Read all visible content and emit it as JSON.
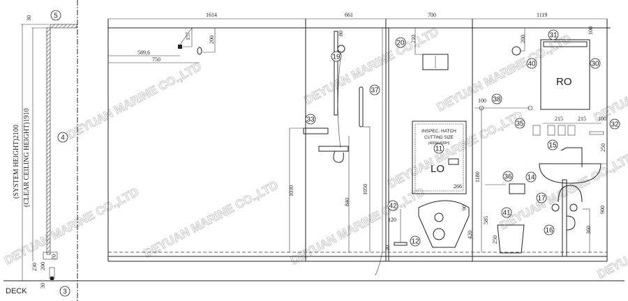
{
  "watermark": "DEYUAN MARINE CO.,LTD",
  "section_labels": {
    "deck": "DECK",
    "system_height": "(SYSTEM HEIGHT)2100",
    "clear_height": "(CLEAR CEILING HEIGHT)1910",
    "lo": "LO",
    "ro": "RO"
  },
  "hatch_note": [
    "INSPEC. HATCH",
    "CUTTING SIZE",
    "(400Wx500H)"
  ],
  "dimensions_horizontal": [
    "1614",
    "661",
    "700",
    "1119",
    "589,6",
    "750",
    "100",
    "215",
    "215",
    "100",
    "266",
    "120"
  ],
  "dimensions_vertical": [
    "30",
    "157",
    "200",
    "80",
    "210",
    "200",
    "100",
    "250",
    "1030",
    "840",
    "1050",
    "1180",
    "90",
    "420",
    "585",
    "250",
    "360",
    "900",
    "230",
    "200",
    "70",
    "30",
    "30"
  ],
  "callouts": [
    "5",
    "4",
    "3",
    "33",
    "19",
    "37",
    "20",
    "11",
    "42",
    "12",
    "40",
    "31",
    "30",
    "38",
    "35",
    "32",
    "15",
    "14",
    "36",
    "17",
    "41",
    "16"
  ]
}
